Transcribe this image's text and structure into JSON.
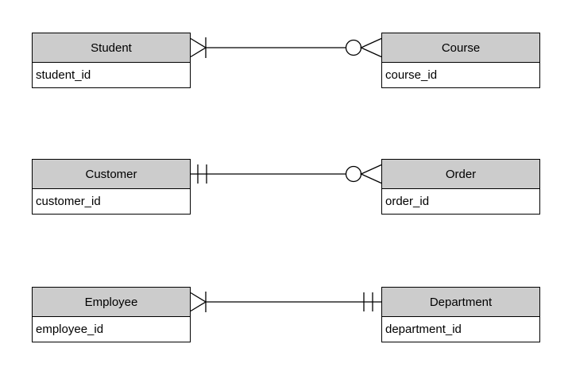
{
  "diagram": {
    "kind": "entity-relationship-diagram",
    "notation": "crows-foot",
    "colors": {
      "background": "#ffffff",
      "header_fill": "#cccccc",
      "body_fill": "#ffffff",
      "border": "#000000"
    },
    "entities": [
      {
        "name": "Student",
        "attributes": [
          "student_id"
        ]
      },
      {
        "name": "Course",
        "attributes": [
          "course_id"
        ]
      },
      {
        "name": "Customer",
        "attributes": [
          "customer_id"
        ]
      },
      {
        "name": "Order",
        "attributes": [
          "order_id"
        ]
      },
      {
        "name": "Employee",
        "attributes": [
          "employee_id"
        ]
      },
      {
        "name": "Department",
        "attributes": [
          "department_id"
        ]
      }
    ],
    "relationships": [
      {
        "from": "Student",
        "to": "Course",
        "from_cardinality": "one-or-many",
        "to_cardinality": "zero-or-many"
      },
      {
        "from": "Customer",
        "to": "Order",
        "from_cardinality": "exactly-one",
        "to_cardinality": "zero-or-many"
      },
      {
        "from": "Employee",
        "to": "Department",
        "from_cardinality": "one-or-many",
        "to_cardinality": "exactly-one"
      }
    ]
  }
}
